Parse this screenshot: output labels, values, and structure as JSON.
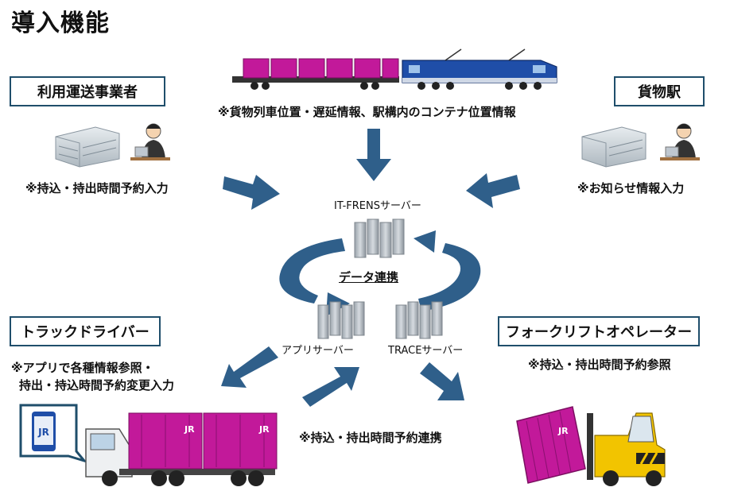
{
  "title": "導入機能",
  "boxes": {
    "carrier": "利用運送事業者",
    "station": "貨物駅",
    "truck_driver": "トラックドライバー",
    "forklift_operator": "フォークリフトオペレーター"
  },
  "notes": {
    "train": "※貨物列車位置・遅延情報、駅構内のコンテナ位置情報",
    "carrier": "※持込・持出時間予約入力",
    "station": "※お知らせ情報入力",
    "driver_line1": "※アプリで各種情報参照・",
    "driver_line2": "持出・持込時間予約変更入力",
    "forklift": "※持込・持出時間予約参照",
    "sync": "※持込・持出時間予約連携"
  },
  "servers": {
    "itfrens": "IT-FRENSサーバー",
    "app": "アプリサーバー",
    "trace": "TRACEサーバー"
  },
  "center_label": "データ連携",
  "logos": {
    "jr": "JR"
  },
  "colors": {
    "arrow": "#2f5f8a",
    "box_border": "#1f4e6b",
    "container": "#c2199a",
    "locomotive": "#1f4ea8",
    "forklift": "#f2c400"
  }
}
